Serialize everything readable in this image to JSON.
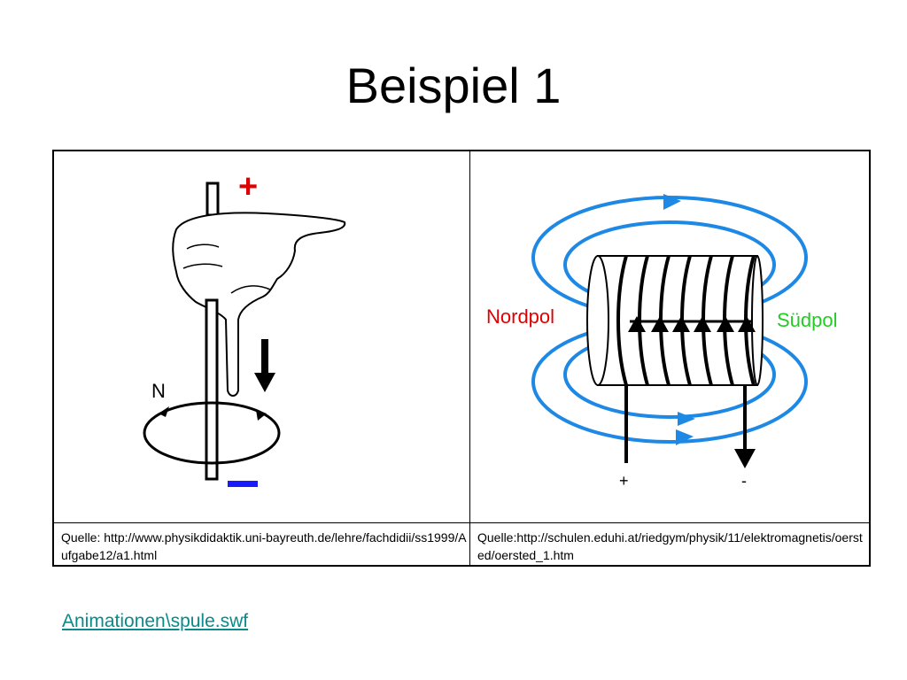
{
  "slide": {
    "title": "Beispiel 1"
  },
  "figure_left": {
    "plus_sign": "+",
    "north_label": "N",
    "source_text": "Quelle: http://www.physikdidaktik.uni-bayreuth.de/lehre/fachdidii/ss1999/Aufgabe12/a1.html"
  },
  "figure_right": {
    "north_pole_label": "Nordpol",
    "south_pole_label": "Südpol",
    "plus_terminal": "+",
    "minus_terminal": "-",
    "source_text": "Quelle:http://schulen.eduhi.at/riedgym/physik/11/elektromagnetis/oersted/oersted_1.htm"
  },
  "link": {
    "label": "Animationen\\spule.swf"
  },
  "colors": {
    "plus": "#e00000",
    "minus": "#1a1aff",
    "field_lines": "#1e88e5",
    "nordpol": "#e00000",
    "suedpol": "#22cc22",
    "link": "#0a8a8a"
  }
}
